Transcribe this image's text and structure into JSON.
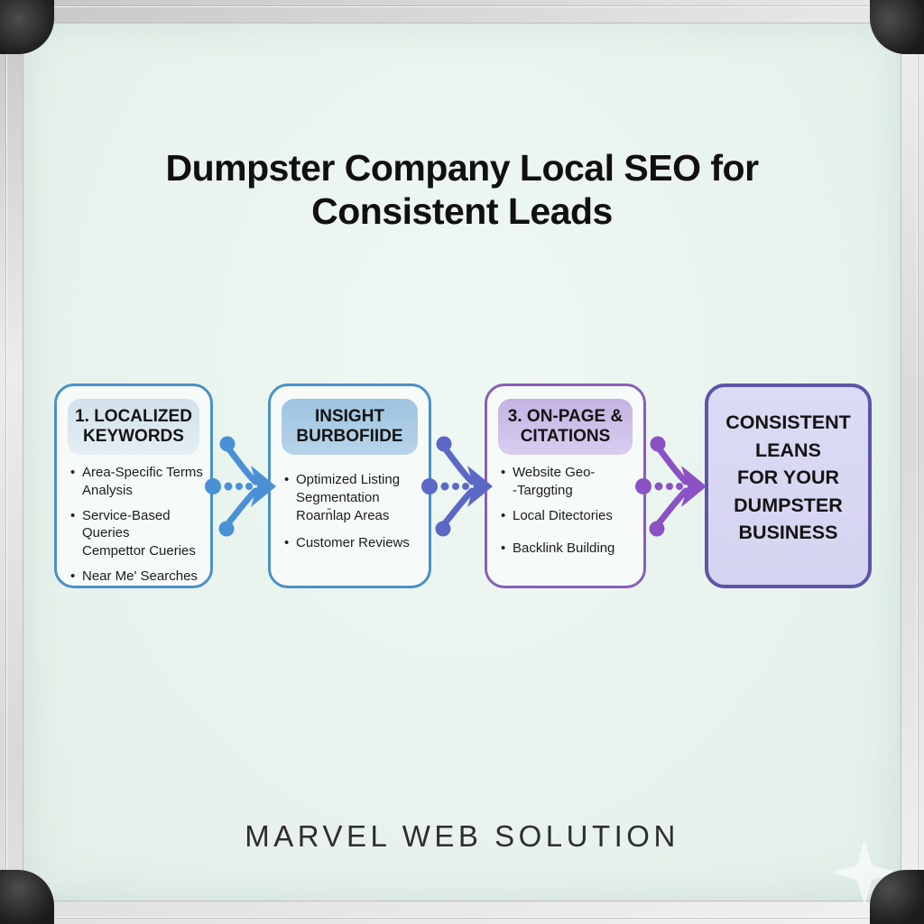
{
  "board": {
    "title": "Dumpster Company Local SEO for\nConsistent Leads",
    "footer_brand": "MARVEL WEB SOLUTION"
  },
  "flow": {
    "boxes": [
      {
        "header": "1. LOCALIZED\nKEYWORDS",
        "bullets": [
          "Area-Specific Terms\nAnalysis",
          "Service-Based Queries\nCempettor Cueries",
          "Near Me' Searches"
        ],
        "border_color": "#4a90c8",
        "badge_bg": "#d8e5ed"
      },
      {
        "header": "INSIGHT\nBURBOFIIDE",
        "bullets": [
          "Optimized Listing\nSegmentation\nRoarn̄lap Areas",
          "Customer Reviews"
        ],
        "border_color": "#4a90c8",
        "badge_bg": "#a7c9e4"
      },
      {
        "header": "3. ON-PAGE &\nCITATIONS",
        "bullets": [
          "Website Geo-\n-Targgting",
          "Local Ditectories",
          "Backlink Building"
        ],
        "border_color": "#8a5fb8",
        "badge_bg": "#ccbee8"
      },
      {
        "header": "CONSISTENT\nLEANS\nFOR YOUR\nDUMPSTER\nBUSINESS",
        "bullets": [],
        "border_color": "#5d55a8",
        "fill": "#d9d8f3"
      }
    ],
    "arrows": [
      {
        "color": "#4a90d4"
      },
      {
        "color": "#5b68c6"
      },
      {
        "color": "#8a52c4"
      }
    ]
  },
  "colors": {
    "board_surface": "#e9f3ee",
    "frame_rail": "#dedede",
    "corner_cap": "#222222",
    "title_text": "#101010",
    "body_text": "#1c1c1c"
  }
}
